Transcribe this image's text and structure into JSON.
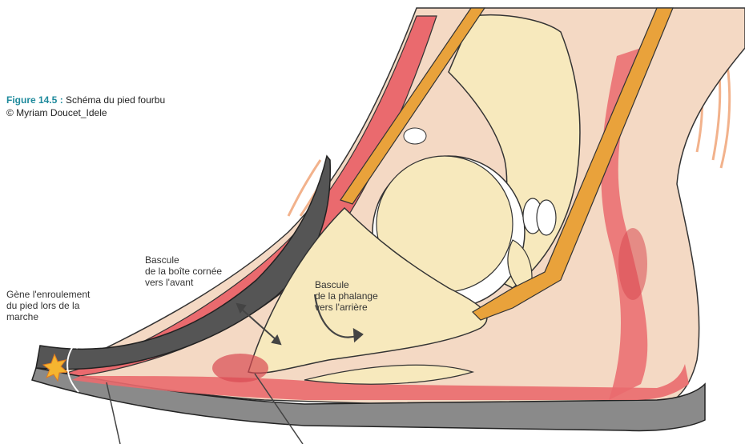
{
  "caption": {
    "figure_label": "Figure 14.5 :",
    "title": "Schéma du pied fourbu",
    "credit": "© Myriam Doucet_Idele"
  },
  "labels": {
    "hoof_wall_tilt": [
      "Bascule",
      "de la boîte cornée",
      "vers l'avant"
    ],
    "phalanx_tilt": [
      "Bascule",
      "de la phalange",
      "vers l'arrière"
    ],
    "rolling_hindrance": [
      "Gène l'enroulement",
      "du pied lors de la",
      "marche"
    ]
  },
  "colors": {
    "bone": "#f7e9bd",
    "soft_tissue": "#f4d9c4",
    "laminae": "#ea6a6e",
    "hoof_horn": "#555555",
    "hair": "#f0a070",
    "tendon": "#e9a23b",
    "caption_accent": "#1e8a9c",
    "pain_star": "#f5b530"
  }
}
